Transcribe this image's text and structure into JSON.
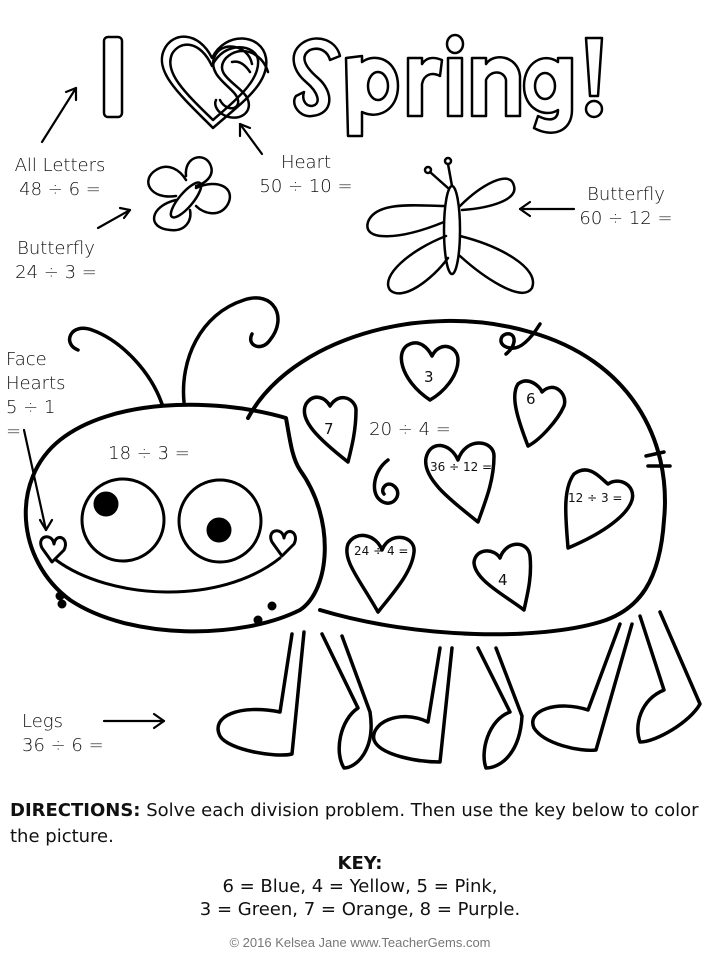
{
  "title": {
    "word_1": "I",
    "heart_symbol": "heart",
    "word_2": "Spring!"
  },
  "labels": {
    "all_letters": {
      "name": "All Letters",
      "problem": "48 ÷ 6 ="
    },
    "heart": {
      "name": "Heart",
      "problem": "50 ÷ 10 ="
    },
    "butterfly_small": {
      "name": "Butterfly",
      "problem": "24 ÷ 3 ="
    },
    "butterfly_large": {
      "name": "Butterfly",
      "problem": "60 ÷ 12 ="
    },
    "face_hearts": {
      "name_line_1": "Face",
      "name_line_2": "Hearts",
      "problem": "5 ÷ 1 ="
    },
    "face": {
      "problem": "18 ÷ 3 ="
    },
    "shell": {
      "problem": "20 ÷ 4 ="
    },
    "legs": {
      "name": "Legs",
      "problem": "36 ÷ 6 ="
    }
  },
  "shell_hearts": [
    {
      "id": "heart-3",
      "text": "3"
    },
    {
      "id": "heart-6",
      "text": "6"
    },
    {
      "id": "heart-7",
      "text": "7"
    },
    {
      "id": "heart-36div12",
      "text": "36 ÷ 12 ="
    },
    {
      "id": "heart-12div3",
      "text": "12 ÷ 3 ="
    },
    {
      "id": "heart-24div4",
      "text": "24 ÷ 4 ="
    },
    {
      "id": "heart-4",
      "text": "4"
    }
  ],
  "directions": {
    "heading": "DIRECTIONS:",
    "text": " Solve each division problem. Then use the key below to color the picture."
  },
  "key": {
    "title": "KEY:",
    "line_1": "6 = Blue, 4 = Yellow, 5 = Pink,",
    "line_2": "3 = Green, 7 = Orange, 8 = Purple.",
    "entries": [
      {
        "value": 6,
        "color": "Blue"
      },
      {
        "value": 4,
        "color": "Yellow"
      },
      {
        "value": 5,
        "color": "Pink"
      },
      {
        "value": 3,
        "color": "Green"
      },
      {
        "value": 7,
        "color": "Orange"
      },
      {
        "value": 8,
        "color": "Purple"
      }
    ]
  },
  "footer": "© 2016 Kelsea Jane www.TeacherGems.com"
}
